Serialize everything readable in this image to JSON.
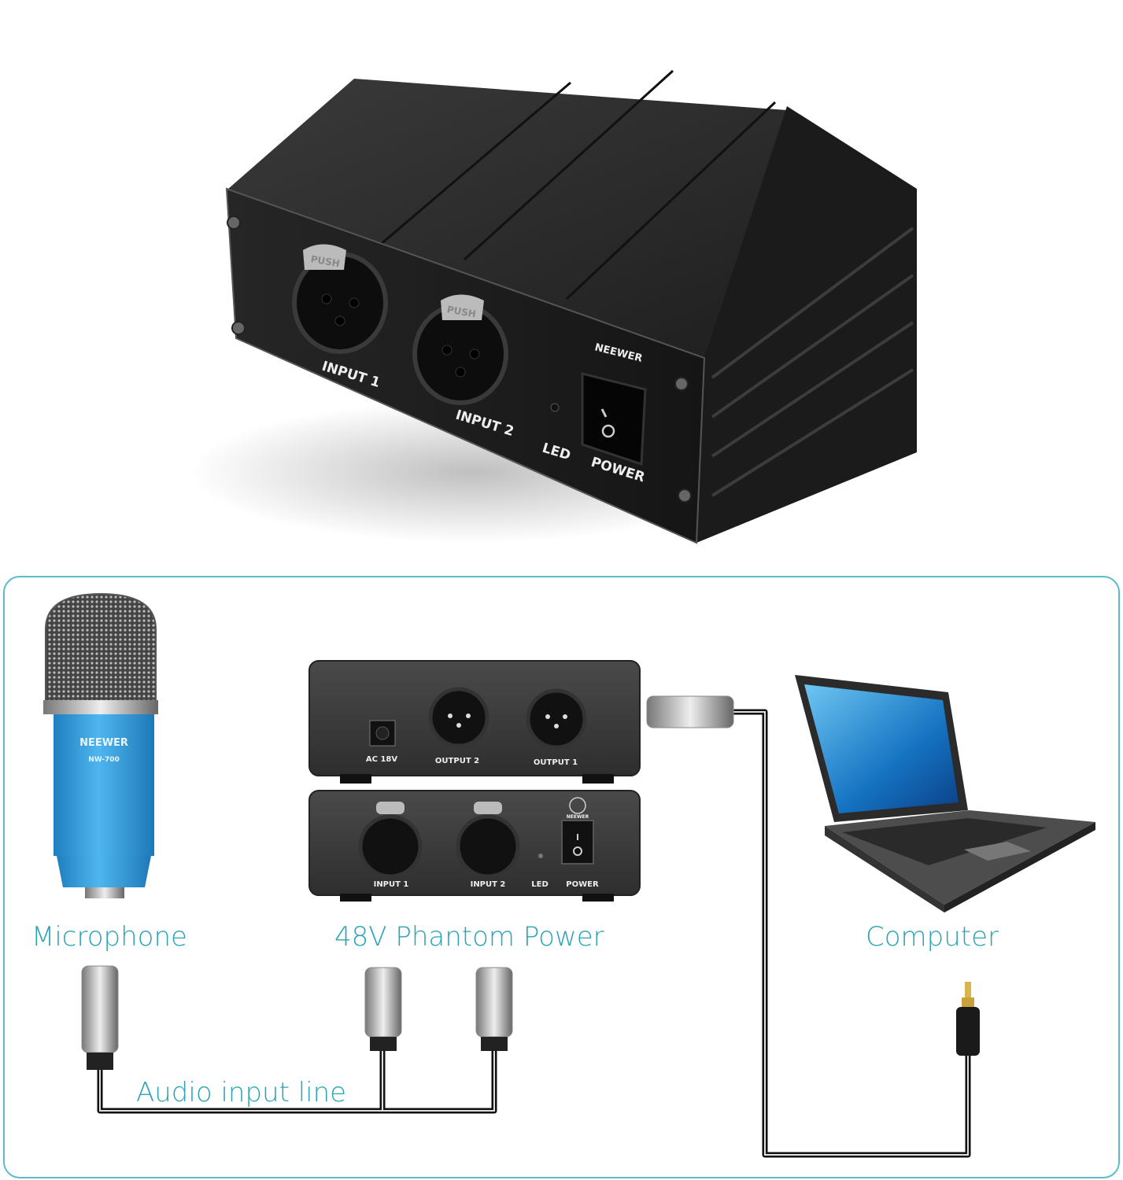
{
  "colors": {
    "accent": "#2ba4b5",
    "frame": "#5bbccc",
    "device": "#2a2a2a",
    "mic_body": "#2f9bd8"
  },
  "hero_device": {
    "brand": "NEEWER",
    "input1": "INPUT 1",
    "input2": "INPUT 2",
    "led": "LED",
    "power": "POWER",
    "latch": "PUSH"
  },
  "diagram": {
    "rear_panel": {
      "dc": "AC 18V",
      "output2": "OUTPUT 2",
      "output1": "OUTPUT 1"
    },
    "front_panel": {
      "input1": "INPUT 1",
      "input2": "INPUT 2",
      "led": "LED",
      "power": "POWER",
      "brand": "NEEWER"
    },
    "microphone": {
      "brand": "NEEWER",
      "model": "NW-700"
    },
    "captions": {
      "microphone": "Microphone",
      "phantom": "48V Phantom Power",
      "computer": "Computer",
      "audio_line": "Audio input line"
    }
  }
}
